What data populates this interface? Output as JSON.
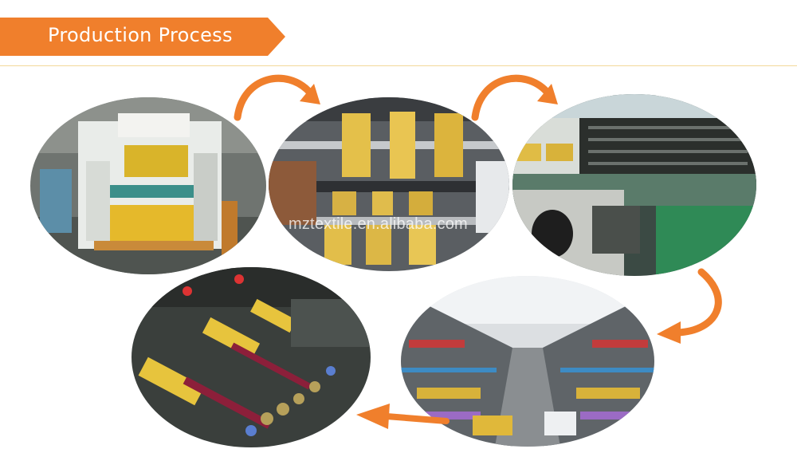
{
  "header": {
    "title": "Production Process"
  },
  "watermark": "mztextile.en.alibaba.com",
  "colors": {
    "accent": "#f07f2c",
    "rule": "#f2d99a",
    "gold": "#d8b23a"
  },
  "steps": [
    {
      "icon": "printing-machine-photo"
    },
    {
      "icon": "slitting-machine-photo"
    },
    {
      "icon": "yarn-winding-photo"
    },
    {
      "icon": "warehouse-shelves-photo"
    },
    {
      "icon": "spool-machine-photo"
    }
  ]
}
